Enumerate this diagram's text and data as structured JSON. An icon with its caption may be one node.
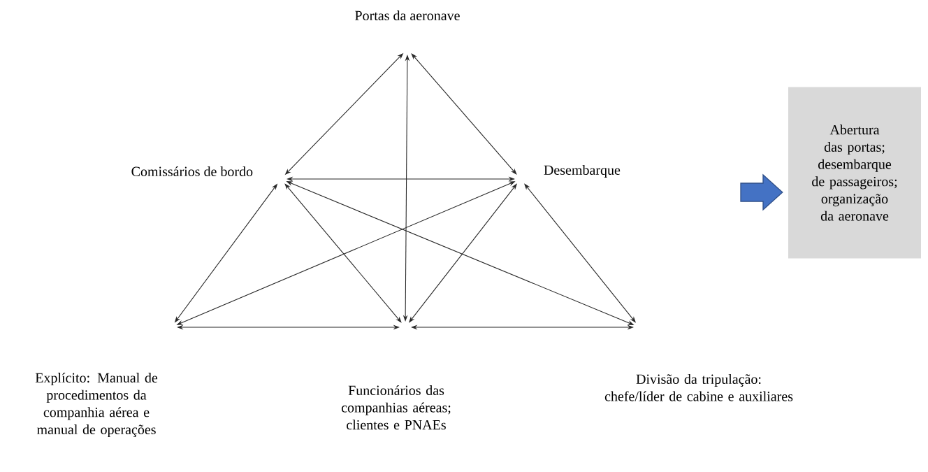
{
  "diagram": {
    "nodes": [
      {
        "text": [
          "Portas da aeronave"
        ]
      },
      {
        "text": [
          "Comissários de bordo"
        ]
      },
      {
        "text": [
          "Desembarque"
        ]
      },
      {
        "text": [
          "Explícito: Manual de procedimentos da companhia aérea e manual de operações"
        ]
      },
      {
        "text": [
          "Funcionários das companhias aéreas; clientes e PNAEs"
        ]
      },
      {
        "text": [
          "Divisão da tripulação: chefe/líder de cabine e auxiliares"
        ]
      },
      {
        "text": [
          "Abertura das portas; desembarque de passageiros; organização da aeronave"
        ]
      }
    ],
    "edges": [
      {
        "from": 0,
        "to": 1,
        "arrow": "both"
      },
      {
        "from": 0,
        "to": 2,
        "arrow": "both"
      },
      {
        "from": 0,
        "to": 4,
        "arrow": "both"
      },
      {
        "from": 1,
        "to": 2,
        "arrow": "both"
      },
      {
        "from": 1,
        "to": 3,
        "arrow": "both"
      },
      {
        "from": 1,
        "to": 4,
        "arrow": "both"
      },
      {
        "from": 1,
        "to": 5,
        "arrow": "both"
      },
      {
        "from": 2,
        "to": 3,
        "arrow": "both"
      },
      {
        "from": 2,
        "to": 4,
        "arrow": "both"
      },
      {
        "from": 2,
        "to": 5,
        "arrow": "both"
      },
      {
        "from": 3,
        "to": 4,
        "arrow": "both"
      },
      {
        "from": 4,
        "to": 5,
        "arrow": "both"
      },
      {
        "from": null,
        "to": 6,
        "arrow": "to",
        "style": "thick",
        "color": "#4472c4"
      }
    ]
  }
}
